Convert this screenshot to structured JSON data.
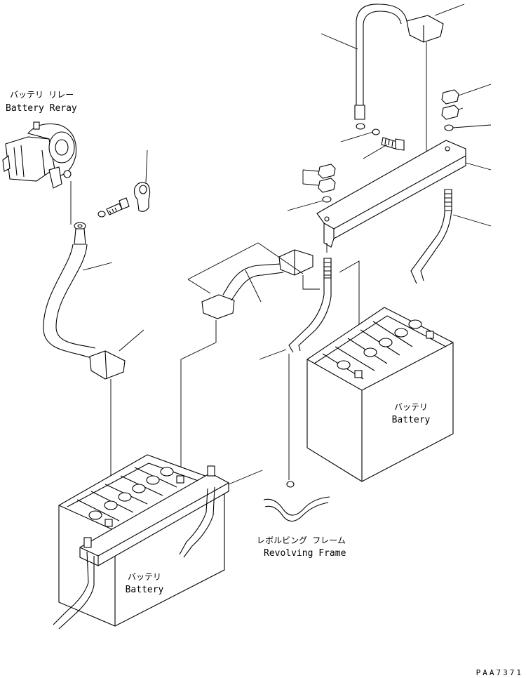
{
  "labels": {
    "battery_relay_jp": "バッテリ リレー",
    "battery_relay_en": "Battery Reray",
    "battery_right_jp": "バッテリ",
    "battery_right_en": "Battery",
    "battery_left_jp": "バッテリ",
    "battery_left_en": "Battery",
    "frame_jp": "レボルビング フレーム",
    "frame_en": "Revolving Frame"
  },
  "drawing_code": "PAA7371"
}
